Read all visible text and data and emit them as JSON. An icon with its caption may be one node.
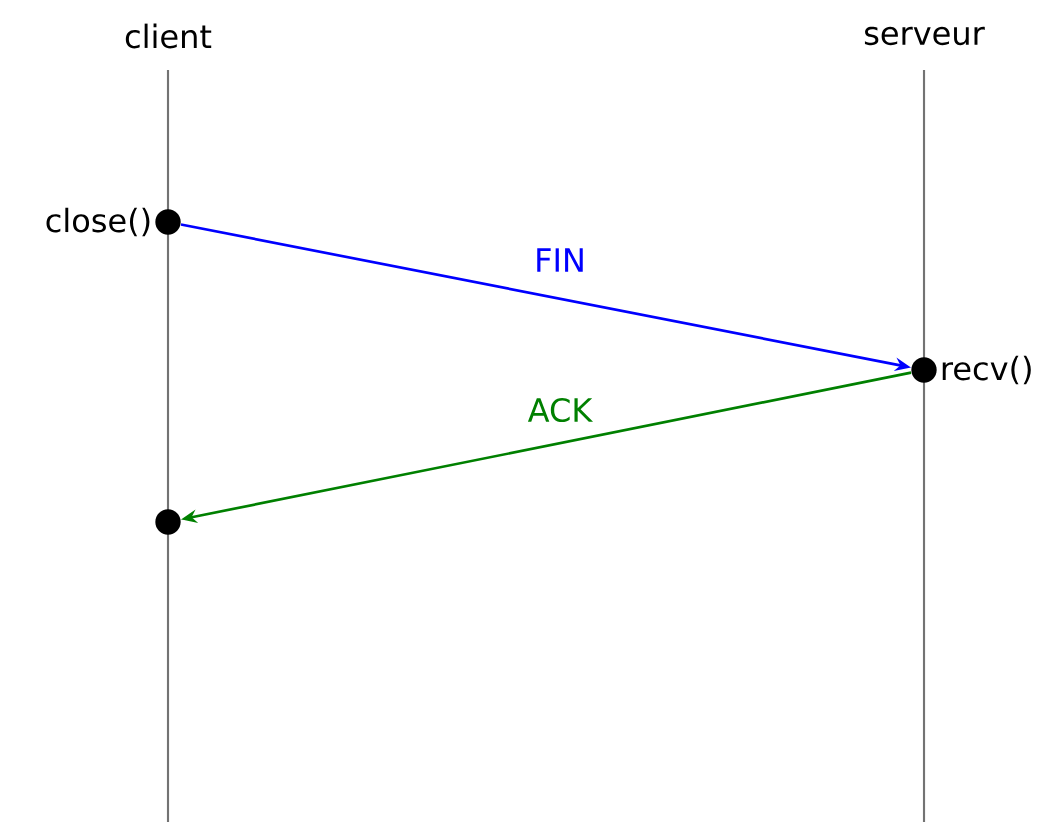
{
  "diagram": {
    "nodes": [
      {
        "text": [],
        "shape": "circle",
        "beside": [
          "close()"
        ]
      },
      {
        "text": [],
        "shape": "circle",
        "beside": [
          "recv()"
        ]
      },
      {
        "text": [],
        "shape": "circle"
      }
    ],
    "edges": [
      {
        "from": 0,
        "to": 1,
        "arrow": "to",
        "label": "FIN",
        "color": "#0000ff"
      },
      {
        "from": 1,
        "to": 2,
        "arrow": "to",
        "label": "ACK",
        "color": "#008000"
      }
    ],
    "labels": [
      "client",
      "serveur"
    ]
  }
}
